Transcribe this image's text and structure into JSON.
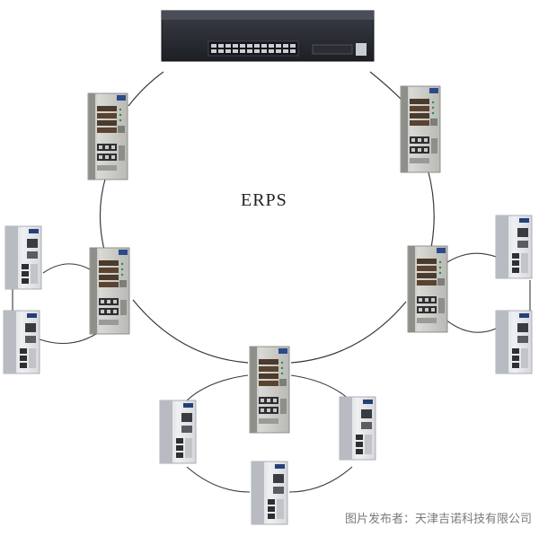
{
  "diagram": {
    "ring_label": "ERPS",
    "publisher_credit": "图片发布者：天津吉诺科技有限公司"
  },
  "nodes": [
    {
      "id": "core",
      "kind": "rack-switch-icon"
    },
    {
      "id": "ring-nw",
      "kind": "industrial-switch-icon"
    },
    {
      "id": "ring-ne",
      "kind": "industrial-switch-icon"
    },
    {
      "id": "ring-w",
      "kind": "industrial-switch-icon"
    },
    {
      "id": "ring-e",
      "kind": "industrial-switch-icon"
    },
    {
      "id": "ring-s",
      "kind": "industrial-switch-icon"
    },
    {
      "id": "sub-w-top",
      "kind": "din-rail-switch-icon"
    },
    {
      "id": "sub-w-bottom",
      "kind": "din-rail-switch-icon"
    },
    {
      "id": "sub-e-top",
      "kind": "din-rail-switch-icon"
    },
    {
      "id": "sub-e-bottom",
      "kind": "din-rail-switch-icon"
    },
    {
      "id": "sub-s-left",
      "kind": "din-rail-switch-icon"
    },
    {
      "id": "sub-s-right",
      "kind": "din-rail-switch-icon"
    },
    {
      "id": "sub-s-bottom",
      "kind": "din-rail-switch-icon"
    }
  ],
  "links": [
    [
      "core",
      "ring-nw"
    ],
    [
      "core",
      "ring-ne"
    ],
    [
      "ring-nw",
      "ring-w"
    ],
    [
      "ring-ne",
      "ring-e"
    ],
    [
      "ring-w",
      "ring-s"
    ],
    [
      "ring-e",
      "ring-s"
    ],
    [
      "ring-w",
      "sub-w-top"
    ],
    [
      "sub-w-top",
      "sub-w-bottom"
    ],
    [
      "sub-w-bottom",
      "ring-w"
    ],
    [
      "ring-e",
      "sub-e-top"
    ],
    [
      "sub-e-top",
      "sub-e-bottom"
    ],
    [
      "sub-e-bottom",
      "ring-e"
    ],
    [
      "ring-s",
      "sub-s-left"
    ],
    [
      "sub-s-left",
      "sub-s-bottom"
    ],
    [
      "sub-s-bottom",
      "sub-s-right"
    ],
    [
      "sub-s-right",
      "ring-s"
    ]
  ]
}
